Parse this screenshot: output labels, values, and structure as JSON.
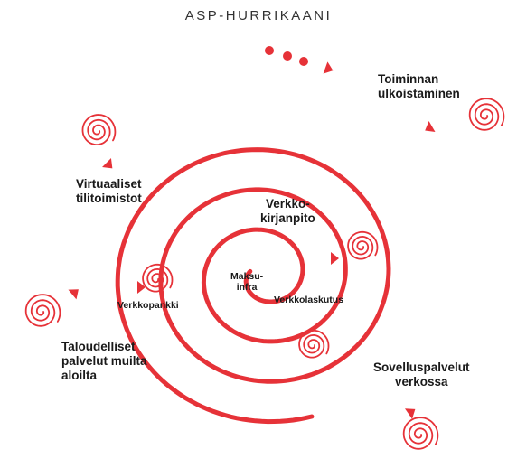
{
  "title": "ASP-HURRIKAANI",
  "colors": {
    "accent": "#e63238",
    "text": "#1a1a1a"
  },
  "labels": {
    "maksuinfra": {
      "line1": "Maksu-",
      "line2": "infra"
    },
    "verkkolaskutus": "Verkkolaskutus",
    "verkkopankki": "Verkkopankki",
    "verkkokirjanpito": {
      "line1": "Verkko-",
      "line2": "kirjanpito"
    },
    "virtuaaliset": {
      "line1": "Virtuaaliset",
      "line2": "tilitoimistot"
    },
    "taloudelliset": {
      "line1": "Taloudelliset",
      "line2": "palvelut muilta",
      "line3": "aloilta"
    },
    "sovelluspalvelut": {
      "line1": "Sovelluspalvelut",
      "line2": "verkossa"
    },
    "toiminnan": {
      "line1": "Toiminnan",
      "line2": "ulkoistaminen"
    }
  },
  "mini_spirals": [
    {
      "name": "spiral-verkkolaskutus"
    },
    {
      "name": "spiral-verkkopankki"
    },
    {
      "name": "spiral-verkkokirjanpito"
    },
    {
      "name": "spiral-virtuaaliset"
    },
    {
      "name": "spiral-taloudelliset"
    },
    {
      "name": "spiral-sovelluspalvelut"
    },
    {
      "name": "spiral-toiminnan"
    }
  ],
  "continuation_dots": 3
}
